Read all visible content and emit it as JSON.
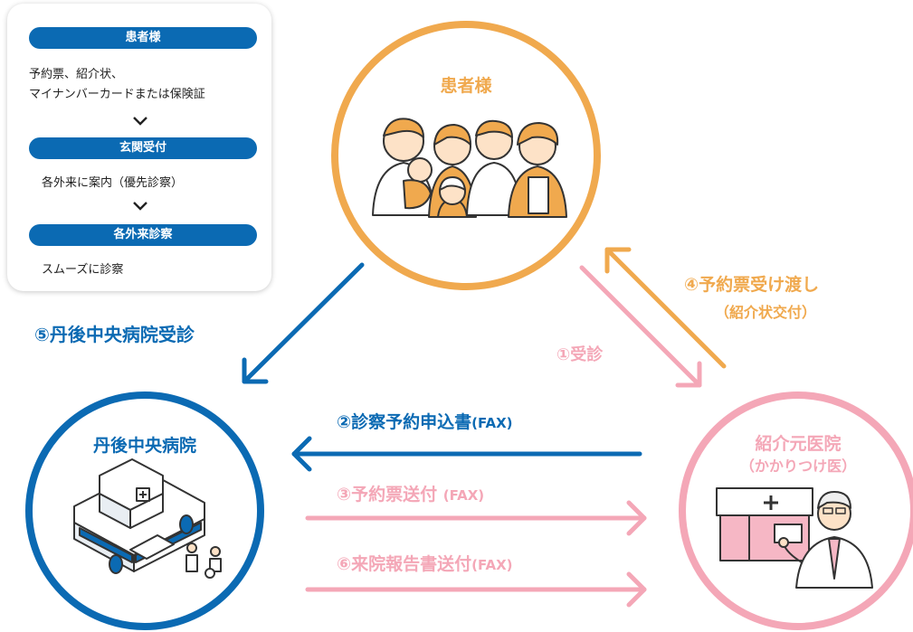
{
  "flow_card": {
    "step1_title": "患者様",
    "step1_line1": "予約票、紹介状、",
    "step1_line2": "マイナンバーカードまたは保険証",
    "step2_title": "玄関受付",
    "step2_text": "各外来に案内（優先診察）",
    "step3_title": "各外来診察",
    "step3_text": "スムーズに診察"
  },
  "nodes": {
    "patient": "患者様",
    "hospital": "丹後中央病院",
    "clinic_line1": "紹介元医院",
    "clinic_line2": "（かかりつけ医）"
  },
  "edges": {
    "e1": "①受診",
    "e2_main": "②診察予約申込書",
    "e2_fax": "(FAX)",
    "e3_main": "③予約票送付",
    "e3_fax": "(FAX)",
    "e4_line1": "④予約票受け渡し",
    "e4_line2": "（紹介状交付）",
    "e5": "⑤丹後中央病院受診",
    "e6_main": "⑥来院報告書送付",
    "e6_fax": "(FAX)"
  },
  "colors": {
    "blue": "#0b6ab3",
    "orange": "#f0a94e",
    "pink": "#f4a7b7",
    "skin": "#fde2c7"
  }
}
